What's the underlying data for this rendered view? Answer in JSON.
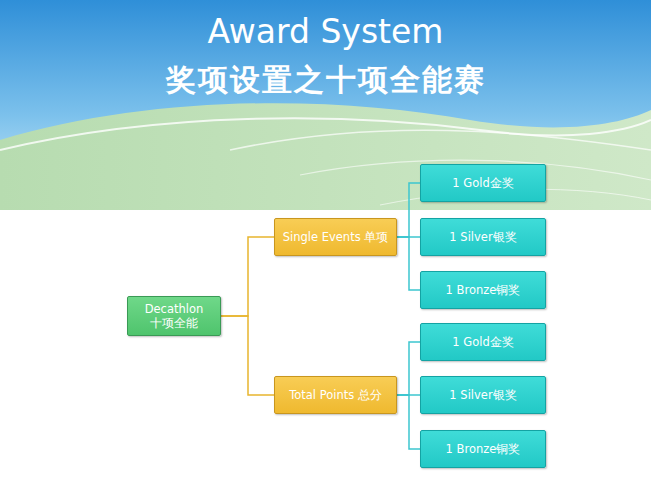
{
  "diagram": {
    "title": "Award System",
    "nodes": [
      {
        "text": [
          "Decathlon 十项全能"
        ]
      },
      {
        "text": [
          "Single Events 单项"
        ]
      },
      {
        "text": [
          "1 Gold金奖"
        ]
      },
      {
        "text": [
          "1 Silver银奖"
        ]
      },
      {
        "text": [
          "1 Bronze铜奖"
        ]
      },
      {
        "text": [
          "Total Points 总分"
        ]
      },
      {
        "text": [
          "1 Gold金奖"
        ]
      },
      {
        "text": [
          "1 Silver银奖"
        ]
      },
      {
        "text": [
          "1 Bronze铜奖"
        ]
      }
    ],
    "edges": [
      {
        "from": 0,
        "to": 1,
        "arrow": "none"
      },
      {
        "from": 0,
        "to": 5,
        "arrow": "none"
      },
      {
        "from": 1,
        "to": 2,
        "arrow": "none"
      },
      {
        "from": 1,
        "to": 3,
        "arrow": "none"
      },
      {
        "from": 1,
        "to": 4,
        "arrow": "none"
      },
      {
        "from": 5,
        "to": 6,
        "arrow": "none"
      },
      {
        "from": 5,
        "to": 7,
        "arrow": "none"
      },
      {
        "from": 5,
        "to": 8,
        "arrow": "none"
      }
    ],
    "labels": [
      "奖项设置之十项全能赛"
    ]
  }
}
